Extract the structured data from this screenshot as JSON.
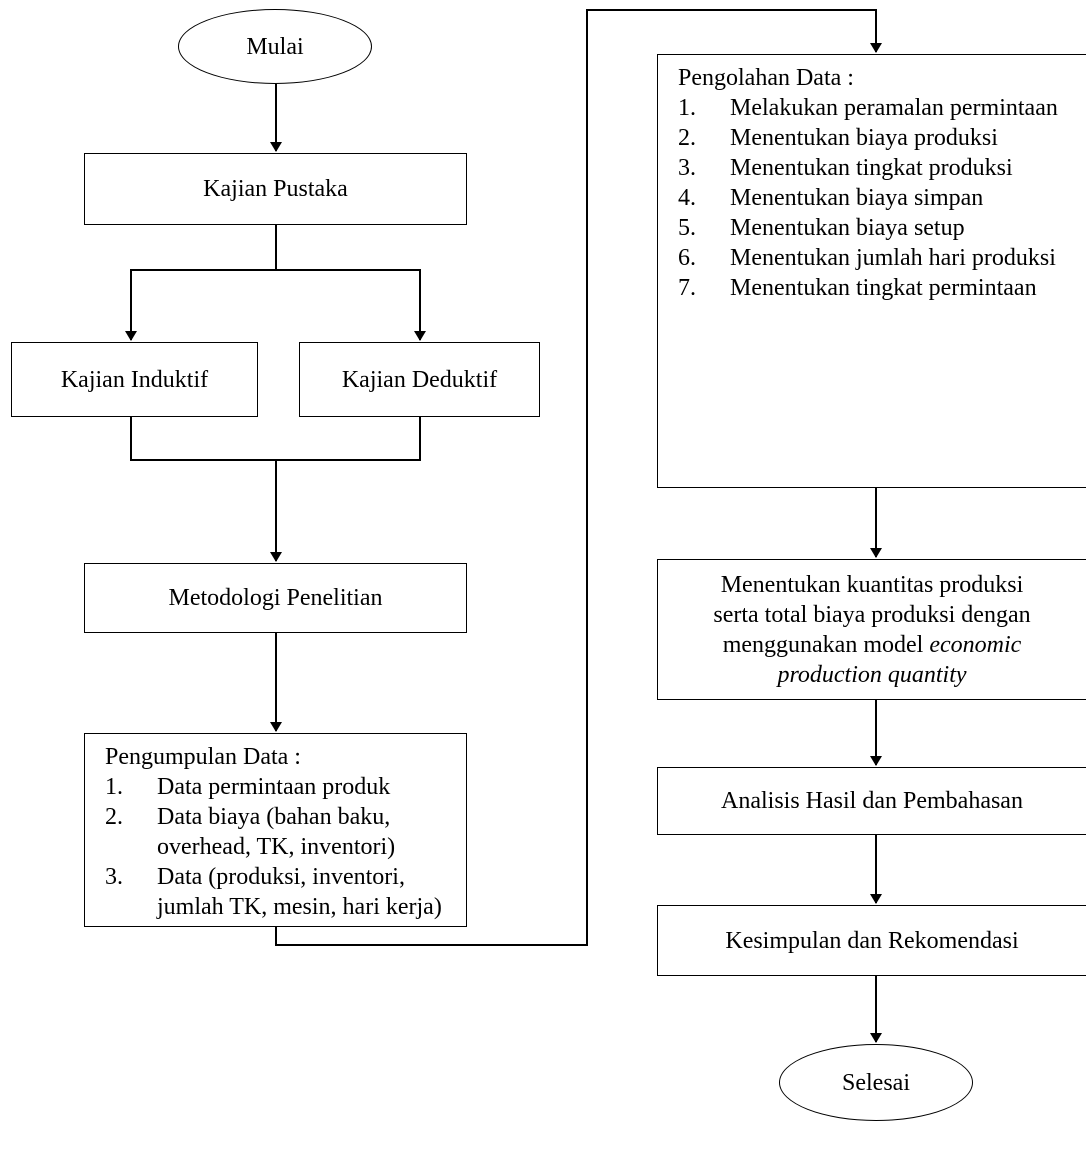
{
  "diagram": {
    "start": "Mulai",
    "kajian_pustaka": "Kajian Pustaka",
    "kajian_induktif": "Kajian Induktif",
    "kajian_deduktif": "Kajian Deduktif",
    "metodologi": "Metodologi Penelitian",
    "pengumpulan": {
      "title": "Pengumpulan Data :",
      "items": [
        {
          "num": "1.",
          "text": "Data permintaan produk"
        },
        {
          "num": "2.",
          "text": "Data biaya (bahan baku, overhead, TK, inventori)"
        },
        {
          "num": "3.",
          "text": "Data (produksi, inventori, jumlah TK, mesin, hari kerja)"
        }
      ]
    },
    "pengolahan": {
      "title": "Pengolahan Data :",
      "items": [
        {
          "num": "1.",
          "text": "Melakukan peramalan permintaan"
        },
        {
          "num": "2.",
          "text": "Menentukan biaya produksi"
        },
        {
          "num": "3.",
          "text": "Menentukan tingkat produksi"
        },
        {
          "num": "4.",
          "text": "Menentukan biaya simpan"
        },
        {
          "num": "5.",
          "text": "Menentukan biaya setup"
        },
        {
          "num": "6.",
          "text": "Menentukan jumlah hari produksi"
        },
        {
          "num": "7.",
          "text": "Menentukan tingkat permintaan"
        }
      ]
    },
    "kuantitas": {
      "line1": "Menentukan kuantitas produksi",
      "line2": "serta total biaya produksi dengan",
      "line3_plain": "menggunakan model ",
      "line3_italic": "economic",
      "line4_italic": "production quantity"
    },
    "analisis": "Analisis Hasil dan Pembahasan",
    "kesimpulan": "Kesimpulan dan Rekomendasi",
    "end": "Selesai"
  }
}
